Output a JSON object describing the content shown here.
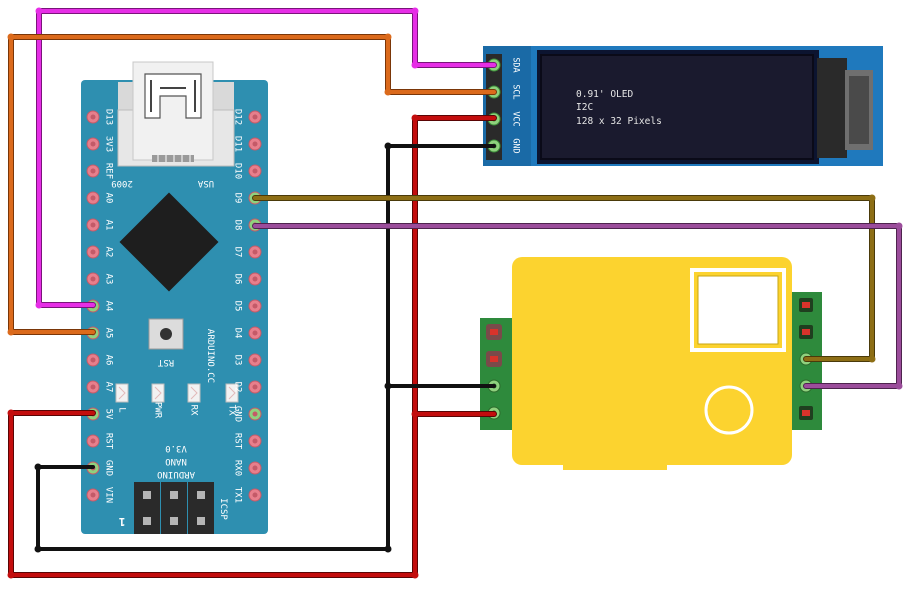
{
  "colors": {
    "board_blue": "#2e8fb0",
    "pin_pink": "#e77f8c",
    "pin_green": "#8fd17e",
    "wire_magenta": "#e62ee6",
    "wire_orange": "#db6a1c",
    "wire_red": "#c30d0d",
    "wire_black": "#111111",
    "wire_olive": "#8d6e15",
    "wire_purple": "#9b4d9b",
    "sensor_yellow": "#fcd32f",
    "oled_module": "#1f79bd"
  },
  "arduino": {
    "model_line1": "ARDUINO",
    "model_line2": "NANO",
    "model_line3": "V3.0",
    "cc_label": "ARDUINO.CC",
    "usa_label": "USA",
    "year_label": "2009",
    "rst_button_label": "RST",
    "icsp_label": "ICSP",
    "one_label": "1",
    "led_labels": [
      "L",
      "PWR",
      "RX",
      "TX"
    ],
    "left_pins": [
      "D13",
      "3V3",
      "REF",
      "A0",
      "A1",
      "A2",
      "A3",
      "A4",
      "A5",
      "A6",
      "A7",
      "5V",
      "RST",
      "GND",
      "VIN"
    ],
    "right_pins": [
      "D12",
      "D11",
      "D10",
      "D9",
      "D8",
      "D7",
      "D6",
      "D5",
      "D4",
      "D3",
      "D2",
      "GND",
      "RST",
      "RX0",
      "TX1"
    ],
    "usb_icon": "mini-usb-connector-icon",
    "chip_icon": "microcontroller-chip-icon"
  },
  "oled": {
    "pins": [
      "SDA",
      "SCL",
      "VCC",
      "GND"
    ],
    "line1": "0.91' OLED",
    "line2": "I2C",
    "line3": "128 x 32 Pixels"
  },
  "sensor": {
    "left_header_pins": 4,
    "right_header_pins": 5,
    "icon": "sensor-window-icon"
  }
}
